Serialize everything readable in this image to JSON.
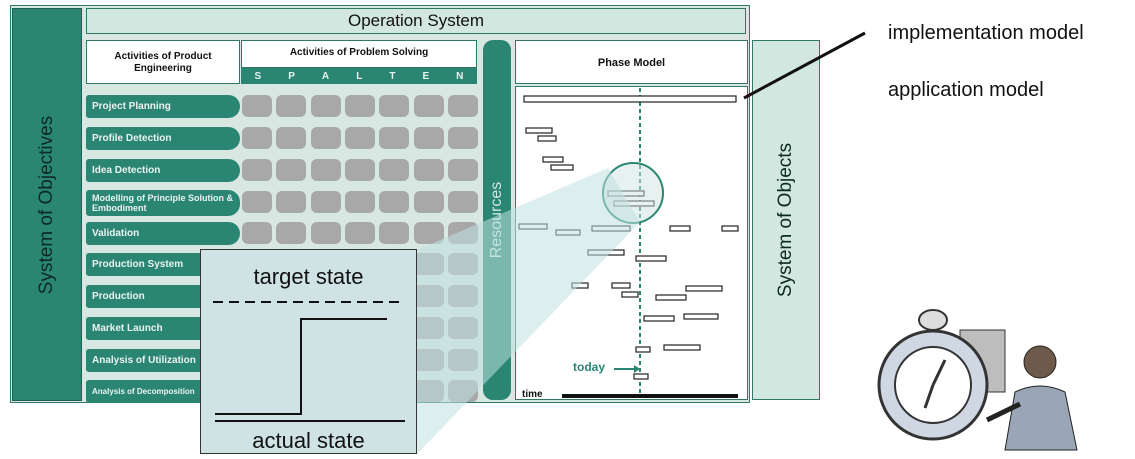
{
  "operation_system": "Operation System",
  "left_side": "System of Objectives",
  "right_side": "System of Objects",
  "header": {
    "activities_product": "Activities of Product Engineering",
    "activities_problem": "Activities of Problem Solving",
    "spalten": [
      "S",
      "P",
      "A",
      "L",
      "T",
      "E",
      "N"
    ],
    "phase_model": "Phase Model",
    "resources": "Resources"
  },
  "rows": [
    {
      "label": "Project Planning"
    },
    {
      "label": "Profile Detection"
    },
    {
      "label": "Idea Detection"
    },
    {
      "label": "Modelling of Principle Solution & Embodiment"
    },
    {
      "label": "Validation"
    },
    {
      "label": "Production System"
    },
    {
      "label": "Production"
    },
    {
      "label": "Market Launch"
    },
    {
      "label": "Analysis of Utilization"
    },
    {
      "label": "Analysis of Decomposition"
    }
  ],
  "phase": {
    "today": "today",
    "time": "time"
  },
  "callout": {
    "target": "target state",
    "actual": "actual state"
  },
  "legend": {
    "implementation": "implementation model",
    "application": "application model"
  },
  "colors": {
    "primary": "#2a8673",
    "panel": "#d8e7e2",
    "callout": "#cfe3e4"
  }
}
